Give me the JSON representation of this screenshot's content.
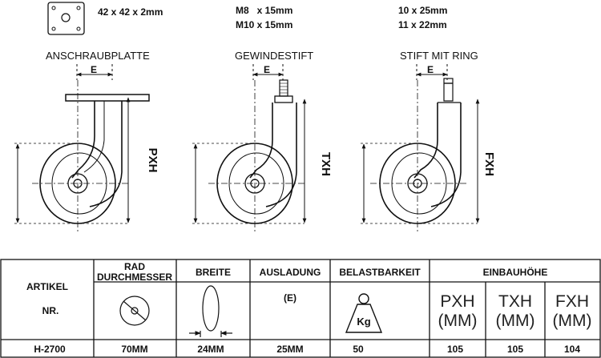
{
  "top_specs": {
    "plate_size": "42 x 42 x 2mm",
    "thread_line1": "M8   x 15mm",
    "thread_line2": "M10 x 15mm",
    "pin_line1": "10 x 25mm",
    "pin_line2": "11 x 22mm"
  },
  "titles": {
    "plate": "ANSCHRAUBPLATTE",
    "thread": "GEWINDESTIFT",
    "pin": "STIFT MIT RING"
  },
  "dims": {
    "e": "E",
    "pxh": "PXH",
    "txh": "TXH",
    "fxh": "FXH"
  },
  "table": {
    "headers": {
      "artikel1": "ARTIKEL",
      "artikel2": "NR.",
      "rad1": "RAD",
      "rad2": "DURCHMESSER",
      "breite": "BREITE",
      "ausladung": "AUSLADUNG",
      "ausladung_sub": "(E)",
      "belast": "BELASTBARKEIT",
      "kg": "Kg",
      "einbau": "EINBAUHÖHE",
      "pxh": "PXH",
      "txh": "TXH",
      "fxh": "FXH",
      "mm": "(MM)"
    },
    "row": {
      "artikel": "H-2700",
      "rad": "70MM",
      "breite": "24MM",
      "ausladung": "25MM",
      "belast": "50",
      "pxh": "105",
      "txh": "105",
      "fxh": "104"
    }
  }
}
